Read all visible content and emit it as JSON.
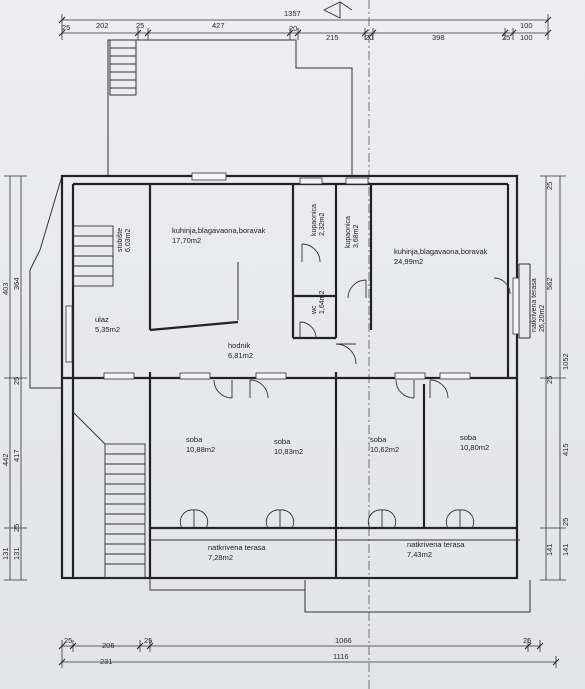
{
  "plan": {
    "dims_top": {
      "overall": "1357",
      "row": [
        "25",
        "202",
        "25",
        "427",
        "20",
        "215",
        "20",
        "398",
        "25",
        "100"
      ],
      "right_extra": "100"
    },
    "dims_bottom": {
      "row": [
        "25",
        "206",
        "25",
        "1066",
        "25"
      ],
      "row2": [
        "231",
        "1116"
      ]
    },
    "dims_left": [
      "403",
      "364",
      "25",
      "417",
      "442",
      "25",
      "131",
      "131"
    ],
    "dims_right": [
      "25",
      "562",
      "1052",
      "25",
      "415",
      "25",
      "141",
      "141"
    ],
    "rooms": [
      {
        "name": "kuhinja,blagavaona,boravak",
        "area": "17,70m2"
      },
      {
        "name": "kuhinja,blagavaona,boravak",
        "area": "24,99m2"
      },
      {
        "name": "stubište",
        "area": "6,03m2"
      },
      {
        "name": "kupaonica",
        "area": "2,32m2"
      },
      {
        "name": "kupaonica",
        "area": "3,68m2"
      },
      {
        "name": "wc",
        "area": "1,64m2"
      },
      {
        "name": "ulaz",
        "area": "5,35m2"
      },
      {
        "name": "hodnik",
        "area": "6,81m2"
      },
      {
        "name": "natkrivena terasa",
        "area": "26,20m2"
      },
      {
        "name": "soba",
        "area": "10,88m2"
      },
      {
        "name": "soba",
        "area": "10,83m2"
      },
      {
        "name": "soba",
        "area": "10,62m2"
      },
      {
        "name": "soba",
        "area": "10,80m2"
      },
      {
        "name": "natkrivena terasa",
        "area": "7,28m2"
      },
      {
        "name": "natkrivena terasa",
        "area": "7,43m2"
      }
    ]
  }
}
